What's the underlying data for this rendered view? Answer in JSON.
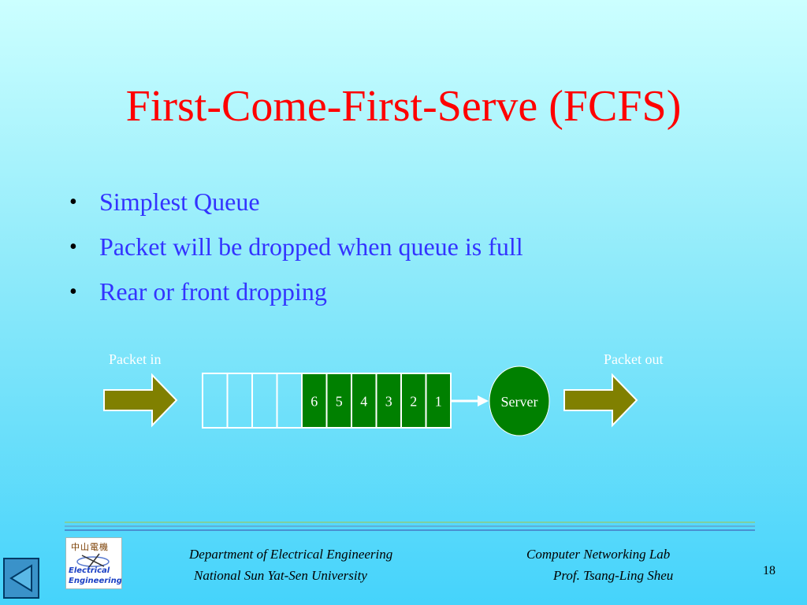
{
  "slide": {
    "title": "First-Come-First-Serve (FCFS)",
    "bullets": [
      "Simplest Queue",
      "Packet will be dropped when queue is full",
      "Rear or front dropping"
    ],
    "bullet_marker": "•"
  },
  "diagram": {
    "packet_in_label": "Packet in",
    "packet_out_label": "Packet out",
    "queue_slots": [
      "",
      "",
      "",
      "",
      "6",
      "5",
      "4",
      "3",
      "2",
      "1"
    ],
    "server_label": "Server",
    "colors": {
      "arrow_fill": "#808000",
      "filled_slot": "#008000",
      "server": "#008000",
      "slot_border": "#ffffff",
      "label": "#ffffff"
    }
  },
  "footer": {
    "dept_line1": "Department of Electrical Engineering",
    "dept_line2": "National Sun Yat-Sen University",
    "lab_line1": "Computer Networking Lab",
    "lab_line2": "Prof. Tsang-Ling Sheu",
    "page_number": "18",
    "logo_cjk": "中山電機",
    "logo_word1": "Electrical",
    "logo_word2": "Engineering",
    "rule_colors": [
      "#7fd0a0",
      "#5fb0d8",
      "#4a8fd0"
    ]
  },
  "icons": {
    "nav": "back-triangle-icon",
    "arrow_in": "right-arrow-icon",
    "arrow_out": "right-arrow-icon",
    "connector": "arrow-right-icon"
  }
}
